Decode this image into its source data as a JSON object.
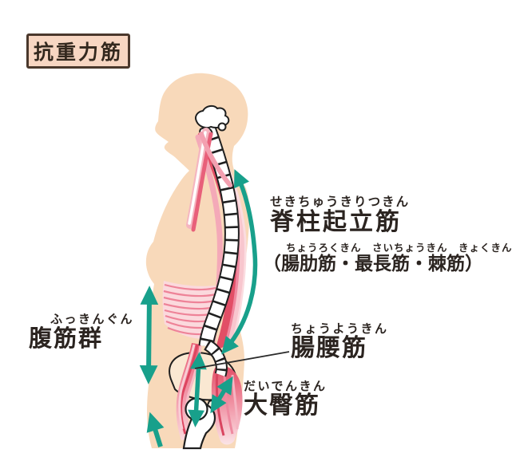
{
  "title": {
    "label": "抗重力筋"
  },
  "labels": {
    "erector_spinae": {
      "furigana": "せきちゅうきりつきん",
      "name": "脊柱起立筋",
      "sub_furigana": "ちょうろくきん　さいちょうきん　きょくきん",
      "sub_name": "（腸肋筋・最長筋・棘筋）"
    },
    "abdominal_group": {
      "furigana": "ふっきんぐん",
      "name": "腹筋群"
    },
    "iliopsoas": {
      "furigana": "ちょうようきん",
      "name": "腸腰筋"
    },
    "gluteus_maximus": {
      "furigana": "だいでんきん",
      "name": "大臀筋"
    }
  },
  "colors": {
    "background": "#FFFFFF",
    "arrow_teal": "#18A08B",
    "skin": "#F8D9BA",
    "muscle_red": "#E04A62",
    "muscle_pink": "#F7BAC4",
    "bone_fill": "#FFFFFF",
    "bone_outline": "#1F1F1F",
    "title_background": "#F7D6C2",
    "title_border": "#4A382C",
    "text": "#2B2420"
  }
}
